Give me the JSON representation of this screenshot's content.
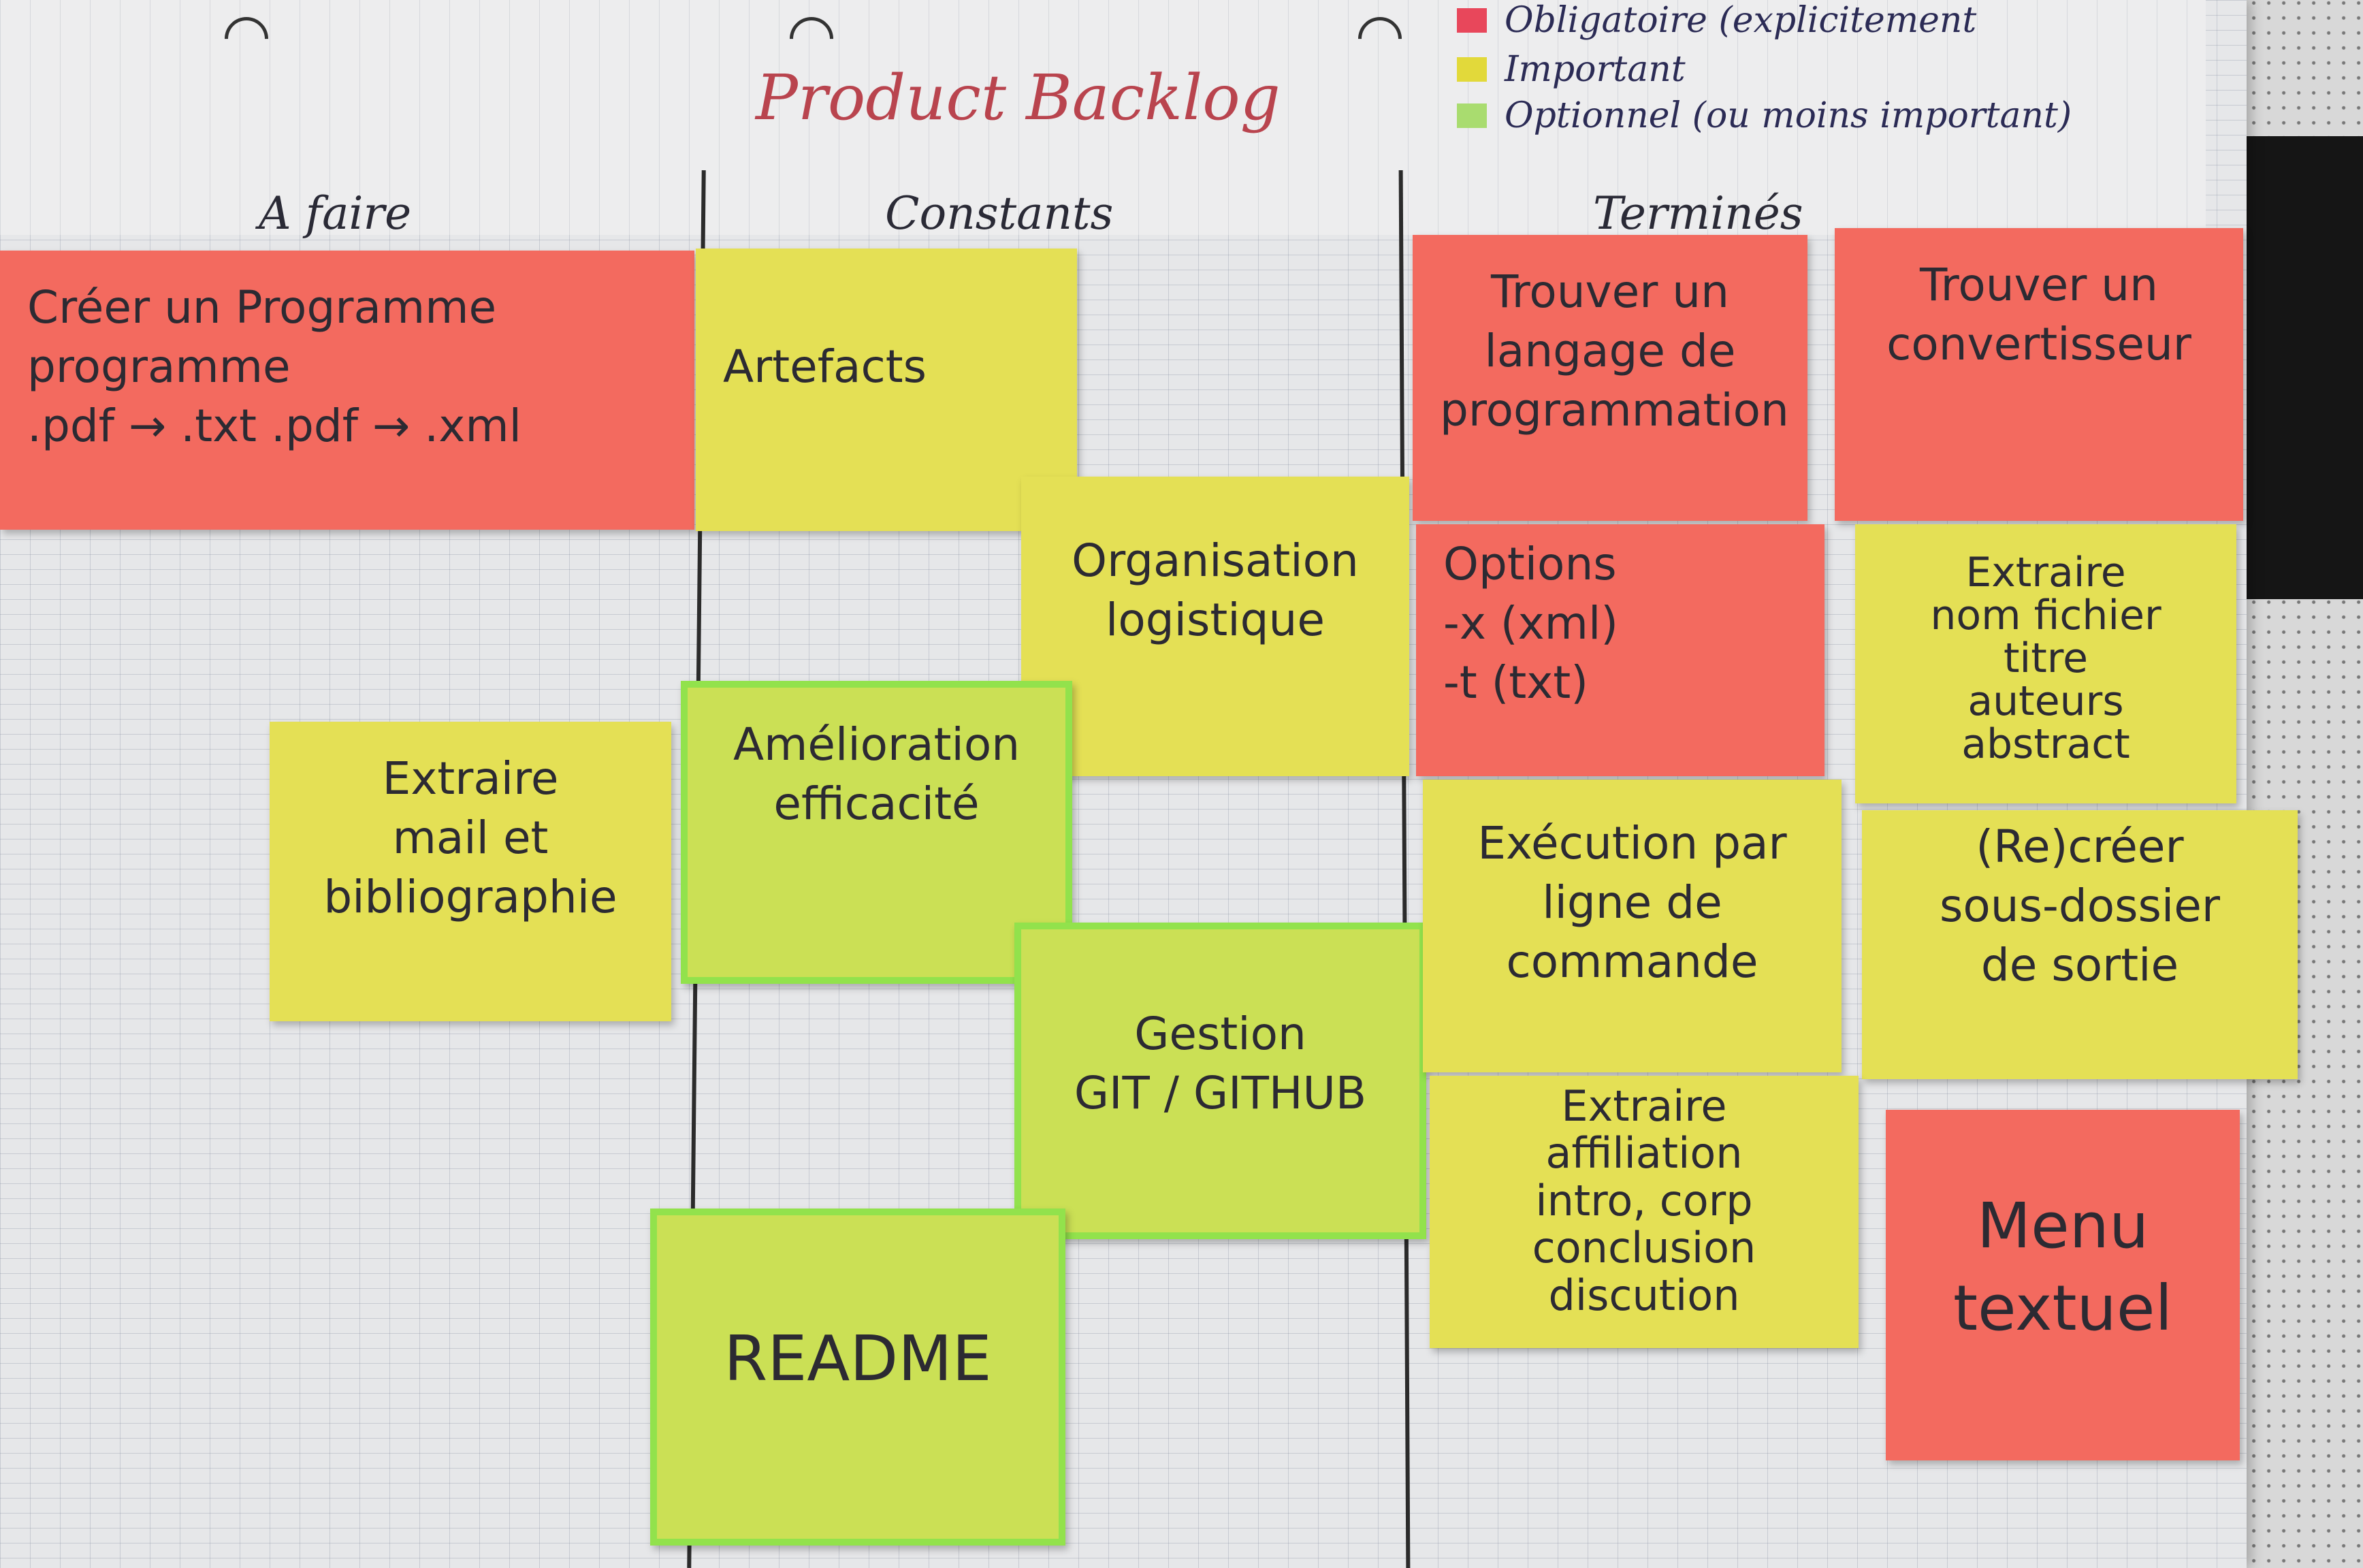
{
  "board": {
    "title": "Product Backlog",
    "columns": [
      {
        "label": "A faire"
      },
      {
        "label": "Constants"
      },
      {
        "label": "Terminés"
      }
    ],
    "colors": {
      "red": "#f36a5f",
      "yellow": "#e4e055",
      "green": "#cbe055"
    }
  },
  "legend": [
    {
      "label": "Obligatoire (explicitement",
      "color": "#e8475b"
    },
    {
      "label": "Important",
      "color": "#e2d93a"
    },
    {
      "label": "Optionnel (ou moins important)",
      "color": "#a9dc6f"
    }
  ],
  "notes": {
    "creer_programme": {
      "color": "red",
      "lines": [
        "Créer un Programme",
        "programme",
        ".pdf → .txt .pdf → .xml"
      ]
    },
    "extraire_mail": {
      "color": "yellow",
      "lines": [
        "Extraire",
        "mail et",
        "bibliographie"
      ]
    },
    "artefacts": {
      "color": "yellow",
      "lines": [
        "Artefacts"
      ]
    },
    "organisation": {
      "color": "yellow",
      "lines": [
        "Organisation",
        "logistique"
      ]
    },
    "amelioration": {
      "color": "green",
      "lines": [
        "Amélioration",
        "efficacité"
      ]
    },
    "gestion": {
      "color": "green",
      "lines": [
        "Gestion",
        "GIT / GITHUB"
      ]
    },
    "readme": {
      "color": "green",
      "lines": [
        "README"
      ]
    },
    "trouver_langage": {
      "color": "red",
      "lines": [
        "Trouver un",
        "langage de",
        "programmation"
      ]
    },
    "trouver_convertisseur": {
      "color": "red",
      "lines": [
        "Trouver un",
        "convertisseur"
      ]
    },
    "options": {
      "color": "red",
      "lines": [
        "Options",
        "-x (xml)",
        "-t (txt)"
      ]
    },
    "extraire_nom": {
      "color": "yellow",
      "lines": [
        "Extraire",
        "nom fichier",
        "titre",
        "auteurs",
        "abstract"
      ]
    },
    "execution": {
      "color": "yellow",
      "lines": [
        "Exécution par",
        "ligne de",
        "commande"
      ]
    },
    "recreer": {
      "color": "yellow",
      "lines": [
        "(Re)créer",
        "sous-dossier",
        "de sortie"
      ]
    },
    "extraire_affiliation": {
      "color": "yellow",
      "lines": [
        "Extraire",
        "affiliation",
        "intro, corp",
        "conclusion",
        "discution"
      ]
    },
    "menu": {
      "color": "red",
      "lines": [
        "Menu",
        "textuel"
      ]
    }
  }
}
